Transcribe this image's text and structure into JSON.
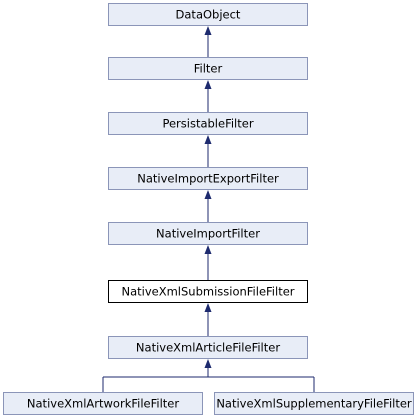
{
  "diagram": {
    "nodes": [
      {
        "id": "DataObject",
        "label": "DataObject",
        "current": false
      },
      {
        "id": "Filter",
        "label": "Filter",
        "current": false
      },
      {
        "id": "PersistableFilter",
        "label": "PersistableFilter",
        "current": false
      },
      {
        "id": "NativeImportExportFilter",
        "label": "NativeImportExportFilter",
        "current": false
      },
      {
        "id": "NativeImportFilter",
        "label": "NativeImportFilter",
        "current": false
      },
      {
        "id": "NativeXmlSubmissionFileFilter",
        "label": "NativeXmlSubmissionFileFilter",
        "current": true
      },
      {
        "id": "NativeXmlArticleFileFilter",
        "label": "NativeXmlArticleFileFilter",
        "current": false
      },
      {
        "id": "NativeXmlArtworkFileFilter",
        "label": "NativeXmlArtworkFileFilter",
        "current": false
      },
      {
        "id": "NativeXmlSupplementaryFileFilter",
        "label": "NativeXmlSupplementaryFileFilter",
        "current": false
      }
    ],
    "edges": [
      {
        "from": "Filter",
        "to": "DataObject"
      },
      {
        "from": "PersistableFilter",
        "to": "Filter"
      },
      {
        "from": "NativeImportExportFilter",
        "to": "PersistableFilter"
      },
      {
        "from": "NativeImportFilter",
        "to": "NativeImportExportFilter"
      },
      {
        "from": "NativeXmlSubmissionFileFilter",
        "to": "NativeImportFilter"
      },
      {
        "from": "NativeXmlArticleFileFilter",
        "to": "NativeXmlSubmissionFileFilter"
      },
      {
        "from": "NativeXmlArtworkFileFilter",
        "to": "NativeXmlArticleFileFilter"
      },
      {
        "from": "NativeXmlSupplementaryFileFilter",
        "to": "NativeXmlArticleFileFilter"
      }
    ]
  }
}
